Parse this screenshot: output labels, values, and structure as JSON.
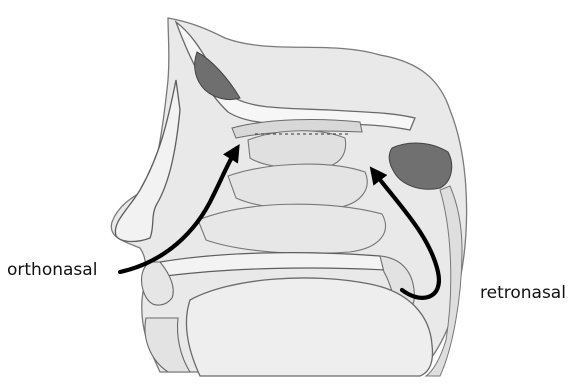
{
  "labels": {
    "orthonasal": "orthonasal",
    "retronasal": "retronasal"
  },
  "colors": {
    "arrow": "#000000",
    "line": "#6a6a6a",
    "tissue": "#dcdcdc",
    "tissue_light": "#ececec",
    "bone": "#f4f4f4",
    "sinus_dark": "#6f6f6f"
  },
  "arrows": [
    {
      "name": "orthonasal-arrow",
      "direction": "up-right"
    },
    {
      "name": "retronasal-arrow",
      "direction": "up-left"
    }
  ]
}
